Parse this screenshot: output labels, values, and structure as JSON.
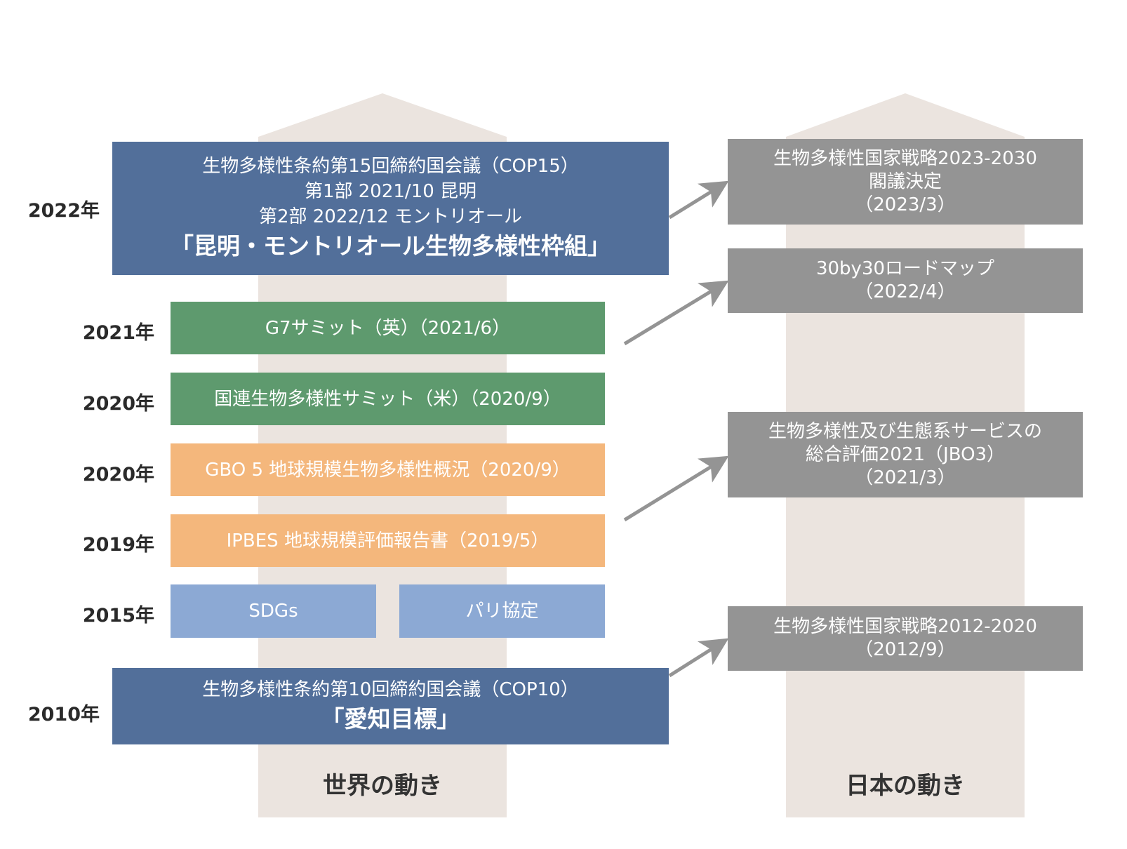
{
  "colors": {
    "column_bg": "#ebe4df",
    "cop": "#526f9a",
    "summit": "#5e9a6e",
    "report": "#f4b77c",
    "agreement": "#8ca9d4",
    "japan": "#949494",
    "arrow": "#949494"
  },
  "world": {
    "caption": "世界の動き",
    "events": [
      {
        "year": "2022年",
        "lines": [
          "生物多様性条約第15回締約国会議（COP15）",
          "第1部 2021/10 昆明",
          "第2部 2022/12 モントリオール"
        ],
        "highlight": "「昆明・モントリオール生物多様性枠組」"
      },
      {
        "year": "2021年",
        "label": "G7サミット（英）（2021/6）"
      },
      {
        "year": "2020年",
        "label": "国連生物多様性サミット（米）（2020/9）"
      },
      {
        "year": "2020年",
        "label": "GBO 5 地球規模生物多様性概況（2020/9）"
      },
      {
        "year": "2019年",
        "label": "IPBES 地球規模評価報告書（2019/5）"
      },
      {
        "year": "2015年",
        "left": "SDGs",
        "right": "パリ協定"
      },
      {
        "year": "2010年",
        "lines": [
          "生物多様性条約第10回締約国会議（COP10）"
        ],
        "highlight": "「愛知目標」"
      }
    ]
  },
  "japan": {
    "caption": "日本の動き",
    "events": [
      {
        "lines": [
          "生物多様性国家戦略2023-2030",
          "閣議決定",
          "（2023/3）"
        ]
      },
      {
        "lines": [
          "30by30ロードマップ",
          "（2022/4）"
        ]
      },
      {
        "lines": [
          "生物多様性及び生態系サービスの",
          "総合評価2021（JBO3）",
          "（2021/3）"
        ]
      },
      {
        "lines": [
          "生物多様性国家戦略2012-2020",
          "（2012/9）"
        ]
      }
    ]
  }
}
